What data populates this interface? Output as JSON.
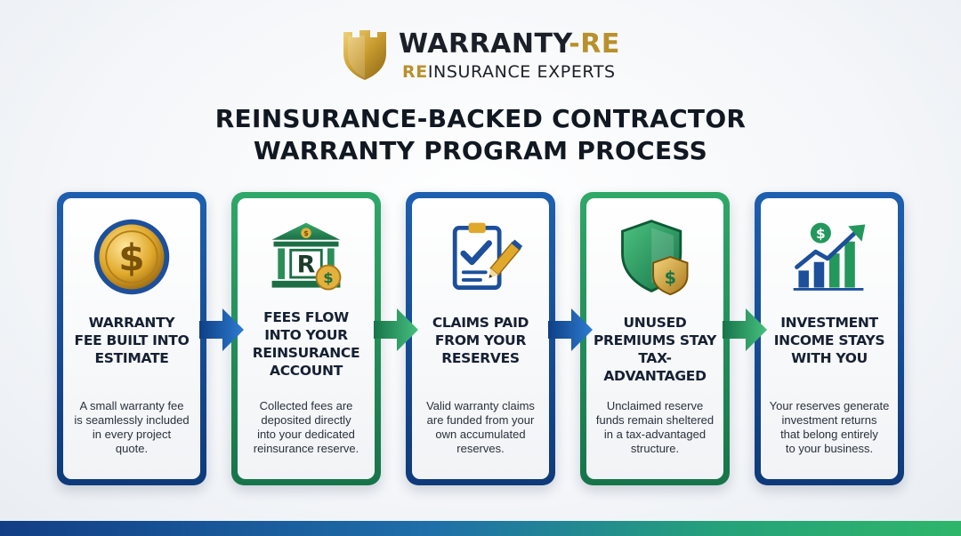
{
  "brand": {
    "name_main": "WARRANTY",
    "name_accent": "-RE",
    "tagline_accent": "RE",
    "tagline_rest": "INSURANCE EXPERTS"
  },
  "title": {
    "line1": "REINSURANCE-BACKED CONTRACTOR",
    "line2": "WARRANTY PROGRAM PROCESS"
  },
  "colors": {
    "blue": "#1a4f9c",
    "green": "#24975c",
    "gold": "#c89b2f"
  },
  "steps": [
    {
      "icon": "dollar-coin-icon",
      "color": "blue",
      "title_lines": [
        "WARRANTY",
        "FEE BUILT INTO",
        "ESTIMATE"
      ],
      "desc_lines": [
        "A small warranty fee",
        "is seamlessly included",
        "in every project",
        "quote."
      ]
    },
    {
      "icon": "bank-reserve-icon",
      "color": "green",
      "title_lines": [
        "FEES FLOW",
        "INTO YOUR",
        "REINSURANCE",
        "ACCOUNT"
      ],
      "desc_lines": [
        "Collected fees are",
        "deposited directly",
        "into your dedicated",
        "reinsurance reserve."
      ]
    },
    {
      "icon": "clipboard-check-icon",
      "color": "blue",
      "title_lines": [
        "CLAIMS PAID",
        "FROM YOUR",
        "RESERVES"
      ],
      "desc_lines": [
        "Valid warranty claims",
        "are funded from your",
        "own accumulated",
        "reserves."
      ]
    },
    {
      "icon": "shield-dollar-icon",
      "color": "green",
      "title_lines": [
        "UNUSED",
        "PREMIUMS STAY",
        "TAX-ADVANTAGED"
      ],
      "desc_lines": [
        "Unclaimed reserve",
        "funds remain sheltered",
        "in a tax-advantaged",
        "structure."
      ]
    },
    {
      "icon": "growth-chart-icon",
      "color": "blue",
      "title_lines": [
        "INVESTMENT",
        "INCOME STAYS",
        "WITH YOU"
      ],
      "desc_lines": [
        "Your reserves generate",
        "investment returns",
        "that belong entirely",
        "to your business."
      ]
    }
  ],
  "arrows": [
    {
      "icon": "arrow-right-icon",
      "color": "blue"
    },
    {
      "icon": "arrow-right-icon",
      "color": "green"
    },
    {
      "icon": "arrow-right-icon",
      "color": "blue"
    },
    {
      "icon": "arrow-right-icon",
      "color": "green"
    }
  ]
}
